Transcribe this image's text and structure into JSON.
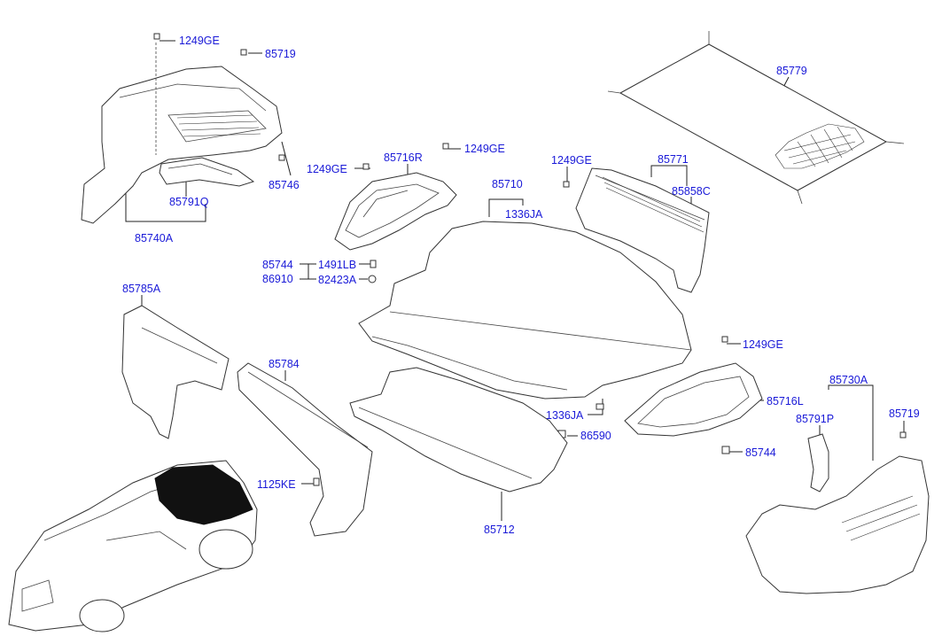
{
  "labels": {
    "l1249ge_a": "1249GE",
    "l85719_a": "85719",
    "l85746": "85746",
    "l85791q": "85791Q",
    "l85740a": "85740A",
    "l1249ge_b": "1249GE",
    "l85716r": "85716R",
    "l1249ge_c": "1249GE",
    "l85710": "85710",
    "l1336ja_a": "1336JA",
    "l1249ge_d": "1249GE",
    "l85771": "85771",
    "l85858c": "85858C",
    "l85779": "85779",
    "l85744_a": "85744",
    "l1491lb": "1491LB",
    "l86910": "86910",
    "l82423a": "82423A",
    "l85785a": "85785A",
    "l85784": "85784",
    "l1249ge_e": "1249GE",
    "l85716l": "85716L",
    "l85730a": "85730A",
    "l85791p": "85791P",
    "l85719_b": "85719",
    "l1336ja_b": "1336JA",
    "l86590": "86590",
    "l85744_b": "85744",
    "l1125ke": "1125KE",
    "l85712": "85712"
  }
}
